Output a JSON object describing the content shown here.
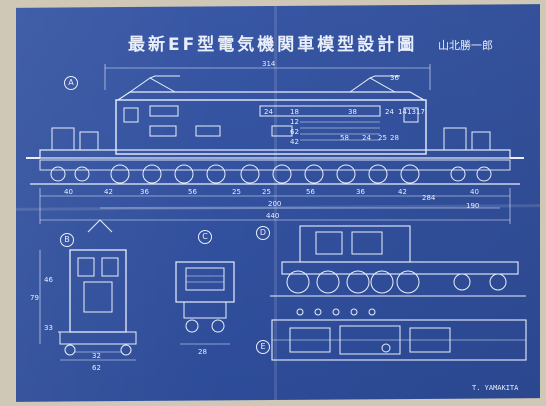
{
  "header": {
    "title": "最新EF型電気機関車模型設計圖",
    "author": "山北勝一郎"
  },
  "footer": {
    "signature": "T. YAMAKITA"
  },
  "panels": [
    "A",
    "B",
    "C",
    "D",
    "E"
  ],
  "side_view": {
    "top_dims": [
      "314",
      "36"
    ],
    "body_dims": [
      "24",
      "18",
      "38",
      "24",
      "14",
      "13",
      "17",
      "12",
      "62",
      "42",
      "58",
      "24",
      "25",
      "28"
    ],
    "bottom_dims_row1": [
      "40",
      "42",
      "36",
      "56",
      "25",
      "25",
      "56",
      "36",
      "42",
      "40"
    ],
    "bottom_dims_row2": [
      "200",
      "284",
      "190"
    ],
    "overall": "440"
  },
  "end_view": {
    "dims": [
      "79",
      "46",
      "33",
      "32",
      "62"
    ]
  },
  "plan_view": {
    "dims": [
      "28"
    ]
  },
  "colors": {
    "paper": "#2f4fa0",
    "ink": "#e9eefb"
  }
}
